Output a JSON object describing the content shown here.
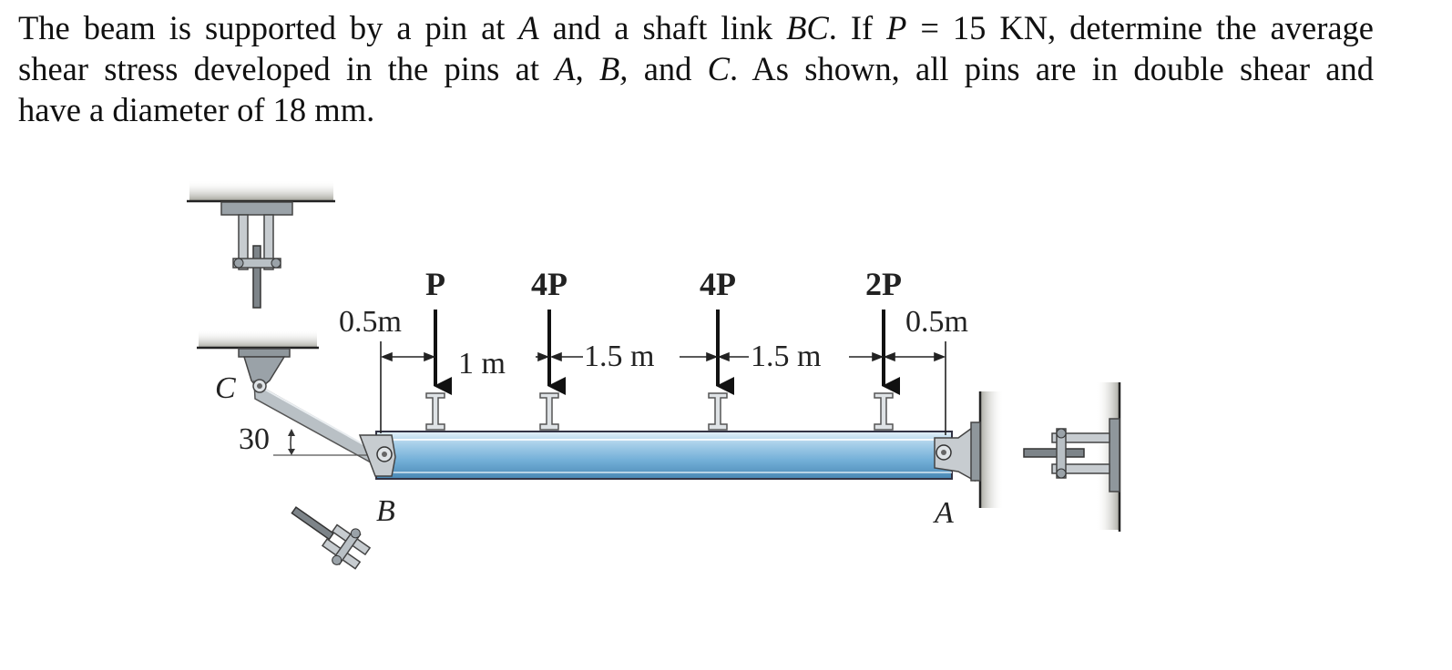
{
  "problem": {
    "lines": [
      [
        "The beam is supported by a pin at ",
        {
          "i": "A"
        },
        " and a shaft link ",
        {
          "i": "BC"
        },
        ". If ",
        {
          "i": "P"
        },
        " = 15 KN, determine the average"
      ],
      [
        "shear stress developed in the pins at ",
        {
          "i": "A"
        },
        ", ",
        {
          "i": "B,"
        },
        " and ",
        {
          "i": "C"
        },
        ". As shown, all pins are in double shear and"
      ],
      [
        "have a diameter of 18 mm."
      ]
    ]
  },
  "diagram": {
    "loads": [
      "P",
      "4P",
      "4P",
      "2P"
    ],
    "dims": [
      "0.5m",
      "1 m",
      "1.5 m",
      "1.5 m",
      "0.5m"
    ],
    "points": {
      "A": "A",
      "B": "B",
      "C": "C"
    },
    "angle": "30"
  },
  "colors": {
    "beam_top": "#d8eaf6",
    "beam_mid": "#74b0d8",
    "beam_bottom": "#3f7fae",
    "steel": "#9aa2a8",
    "wall": "#b9b9b2"
  }
}
